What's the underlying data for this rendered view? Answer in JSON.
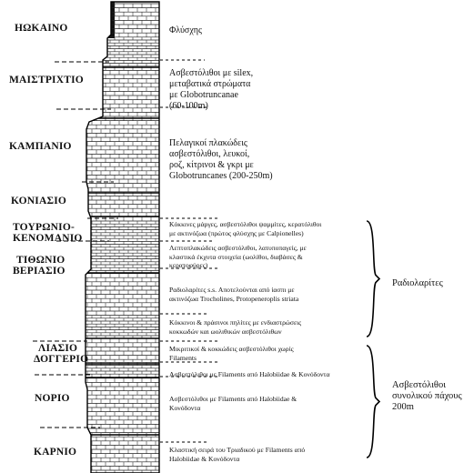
{
  "stages": {
    "hokaino": "ΗΩΚΑΙΝΟ",
    "maistrichtio": "ΜΑΙΣΤΡΙΧΤΙΟ",
    "kampanio": "ΚΑΜΠΑΝΙΟ",
    "koniasio": "ΚΟΝΙΑΣΙΟ",
    "touronio": "ΤΟΥΡΩΝΙΟ-",
    "kenomanio": "ΚΕΝΟΜΑΝΙΟ",
    "tithonio": "ΤΙΘΩΝΙΟ",
    "veriasio": "ΒΕΡΙΑΣΙΟ",
    "liasio": "ΛΙΑΣΙΟ",
    "doggerio": "ΔΟΓΓΕΡΙΟ",
    "norio": "ΝΟΡΙΟ",
    "karnio": "ΚΑΡΝΙΟ"
  },
  "descriptions": {
    "flysch": "Φλύσχης",
    "maastricht": [
      "Ασβεστόλιθοι με silex,",
      "μεταβατικά στρώματα",
      "με Globotruncanae",
      "(60-100m)"
    ],
    "campan": [
      "Πελαγικοί πλακώδεις",
      "ασβεστόλιθοι, λευκοί,",
      "ροζ, κίτρινοι & γκρι με",
      "Globotruncanes (200-250m)"
    ],
    "red_marls": [
      "Κόκκινες μάργες, ασβεστόλιθοι ψαμμίτες, κερατόλιθοι",
      "με ακτινόζωα (πρώτος φλύσχης με Calpionelles)"
    ],
    "thin_limestone": [
      "Λεπτοπλακώδεις ασβεστόλιθοι, λατυποπαγείς, με",
      "κλαστικά έκχυτα στοιχεία (ωολίθοι, διαβάσες &",
      "κερατοφύρες)"
    ],
    "radiolarites_ss": [
      "Ραδιολαρίτες s.s.  Αποτελούνται από ίασπι με",
      "ακτινόζωα Trocholines, Protopeneroplis striata"
    ],
    "red_green_clays": [
      "Κόκκινοι & πράσινοι πηλίτες με ενδιαστρώσεις",
      "κοκκωδών και ωολιθικών ασβεστόλιθων"
    ],
    "micritic": [
      "Μικριτικοί & κοκκώδεις ασβεστόλιθοι χωρίς",
      "Filaments"
    ],
    "filaments1": "Ασβεστόλιθοι με Filaments από Halobiidae & Κονόδοντα",
    "filaments2": [
      "Ασβεστόλιθοι με Filaments από Halobiidae &",
      "Κονόδοντα"
    ],
    "clastic": [
      "Κλαστική σειρά του Τριαδικού με Filaments από",
      "Halobiidae & Κονόδοντα"
    ]
  },
  "groups": {
    "radiolarites": "Ραδιολαρίτες",
    "limestones": [
      "Ασβεστόλιθοι",
      "συνολικού πάχους 200m"
    ]
  }
}
